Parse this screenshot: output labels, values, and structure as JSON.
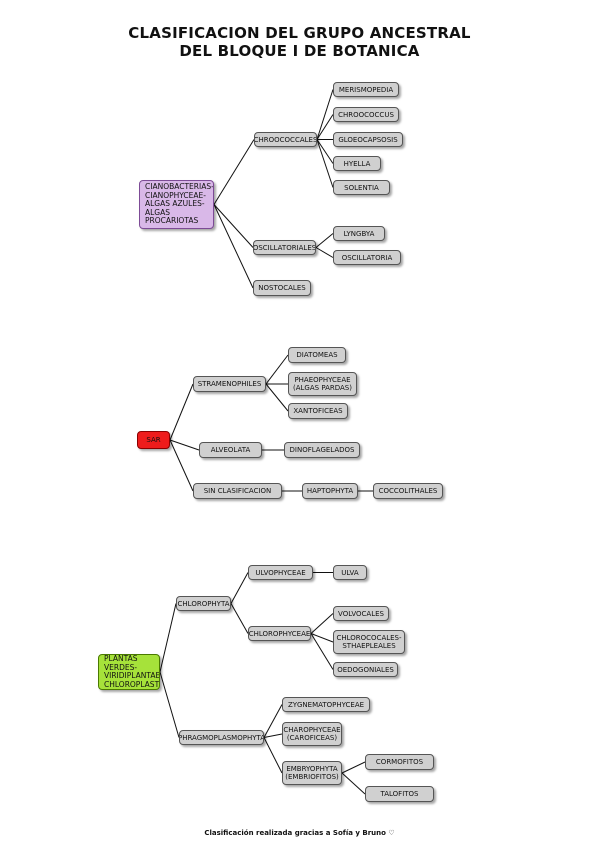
{
  "title": {
    "line1": "CLASIFICACION DEL GRUPO ANCESTRAL",
    "line2": "DEL BLOQUE I DE BOTANICA"
  },
  "nodes": {
    "ciano": "CIANOBACTERIAS-\nCIANOPHYCEAE-\nALGAS AZULES-\nALGAS PROCARIOTAS",
    "chroococales": "CHROOCOCCALES",
    "merismopedia": "MERISMOPEDIA",
    "chroococcus": "CHROOCOCCUS",
    "gloeocapsosis": "GLOEOCAPSOSIS",
    "hyella": "HYELLA",
    "solentia": "SOLENTIA",
    "oscillatoriales": "OSCILLATORIALES",
    "lyngbya": "LYNGBYA",
    "oscillatoria": "OSCILLATORIA",
    "nostocales": "NOSTOCALES",
    "sar": "SAR",
    "stramenophiles": "STRAMENOPHILES",
    "diatomeas": "DIATOMEAS",
    "phaeophyceae": "PHAEOPHYCEAE\n(ALGAS PARDAS)",
    "xantoficeas": "XANTOFICEAS",
    "alveolata": "ALVEOLATA",
    "dinoflagelados": "DINOFLAGELADOS",
    "sin_clasificacion": "SIN CLASIFICACION",
    "haptophyta": "HAPTOPHYTA",
    "coccolithales": "COCCOLITHALES",
    "plantas": "PLANTAS VERDES-\nVIRIDIPLANTAE-\nCHLOROPLASTIDA",
    "chlorophyta": "CHLOROPHYTA",
    "ulvophyceae": "ULVOPHYCEAE",
    "ulva": "ULVA",
    "chlorophyceae": "CHLOROPHYCEAE",
    "volvocales": "VOLVOCALES",
    "chlorococales": "CHLOROCOCALES-\nSTHAEPLEALES",
    "oedogoniales": "OEDOGONIALES",
    "phragmoplasmophyta": "PHRAGMOPLASMOPHYTA",
    "zygnematophyceae": "ZYGNEMATOPHYCEAE",
    "charophyceae": "CHAROPHYCEAE\n(CAROFICEAS)",
    "embryophyta": "EMBRYOPHYTA\n(EMBRIOFITOS)",
    "cormofitos": "CORMOFITOS",
    "talofitos": "TALOFITOS"
  },
  "colors": {
    "purple": "#d9b8e8",
    "red": "#ee1c1c",
    "green": "#a6e23a",
    "grey": "#d0d0d0"
  },
  "footer": "Clasificación realizada gracias a Sofía y Bruno ♡"
}
